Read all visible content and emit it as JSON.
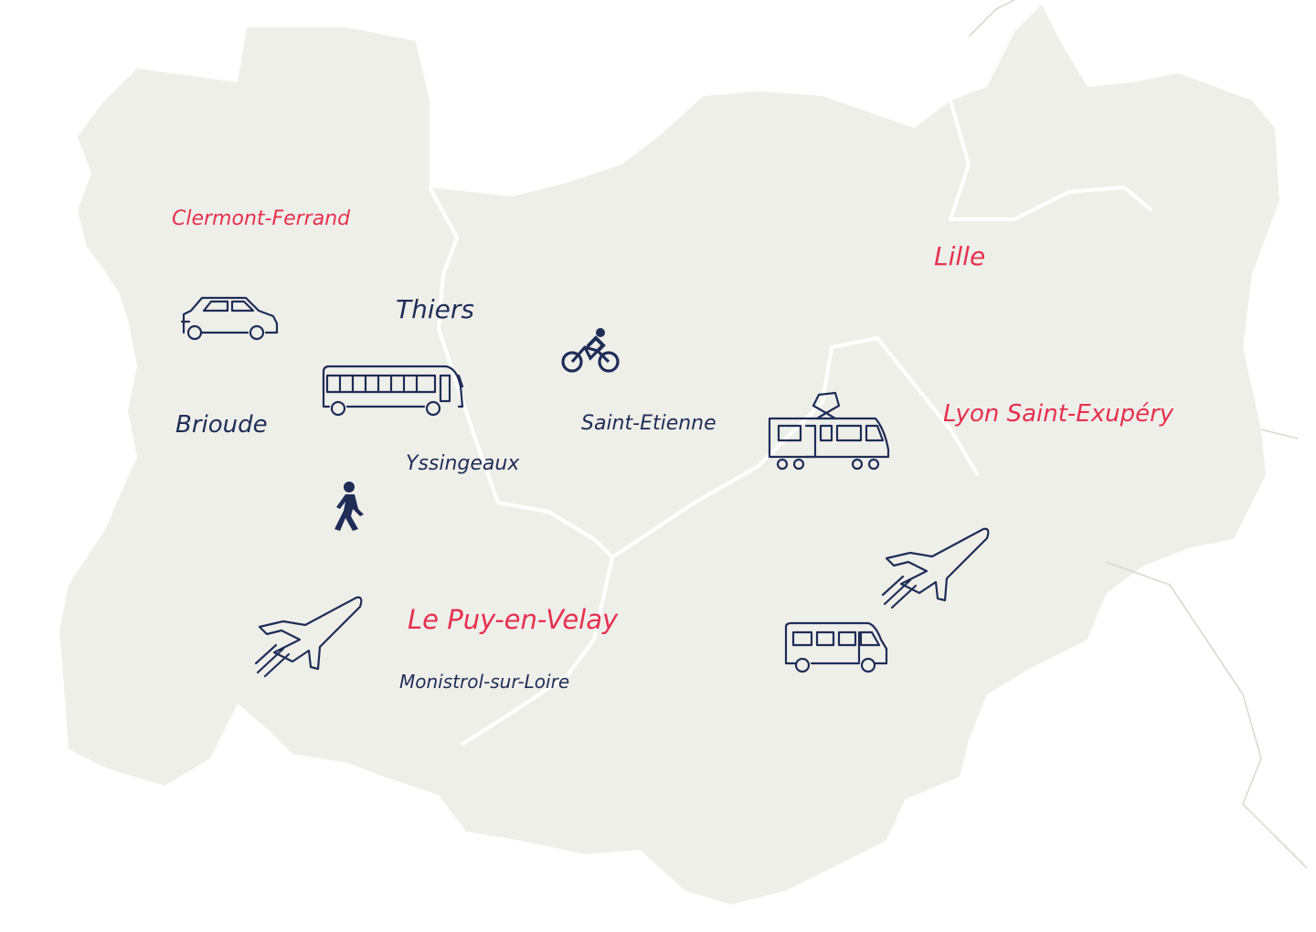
{
  "colors": {
    "background": "#ffffff",
    "land": "#efefea",
    "border": "#ffffff",
    "navy": "#1f2d57",
    "red": "#e6304f",
    "pale_blue": "#d3dde8"
  },
  "places": {
    "clermont_ferrand": "Clermont-Ferrand",
    "thiers": "Thiers",
    "brioude": "Brioude",
    "yssingeaux": "Yssingeaux",
    "saint_etienne": "Saint-Etienne",
    "lille": "Lille",
    "lyon_saint_exupery": "Lyon Saint-Exupéry",
    "le_puy_en_velay": "Le Puy-en-Velay",
    "monistrol_sur_loire": "Monistrol-sur-Loire"
  },
  "icons": [
    "car-icon",
    "bus-icon",
    "bicycle-icon",
    "tram-icon",
    "pedestrian-icon",
    "airplane-icon",
    "minibus-icon"
  ]
}
